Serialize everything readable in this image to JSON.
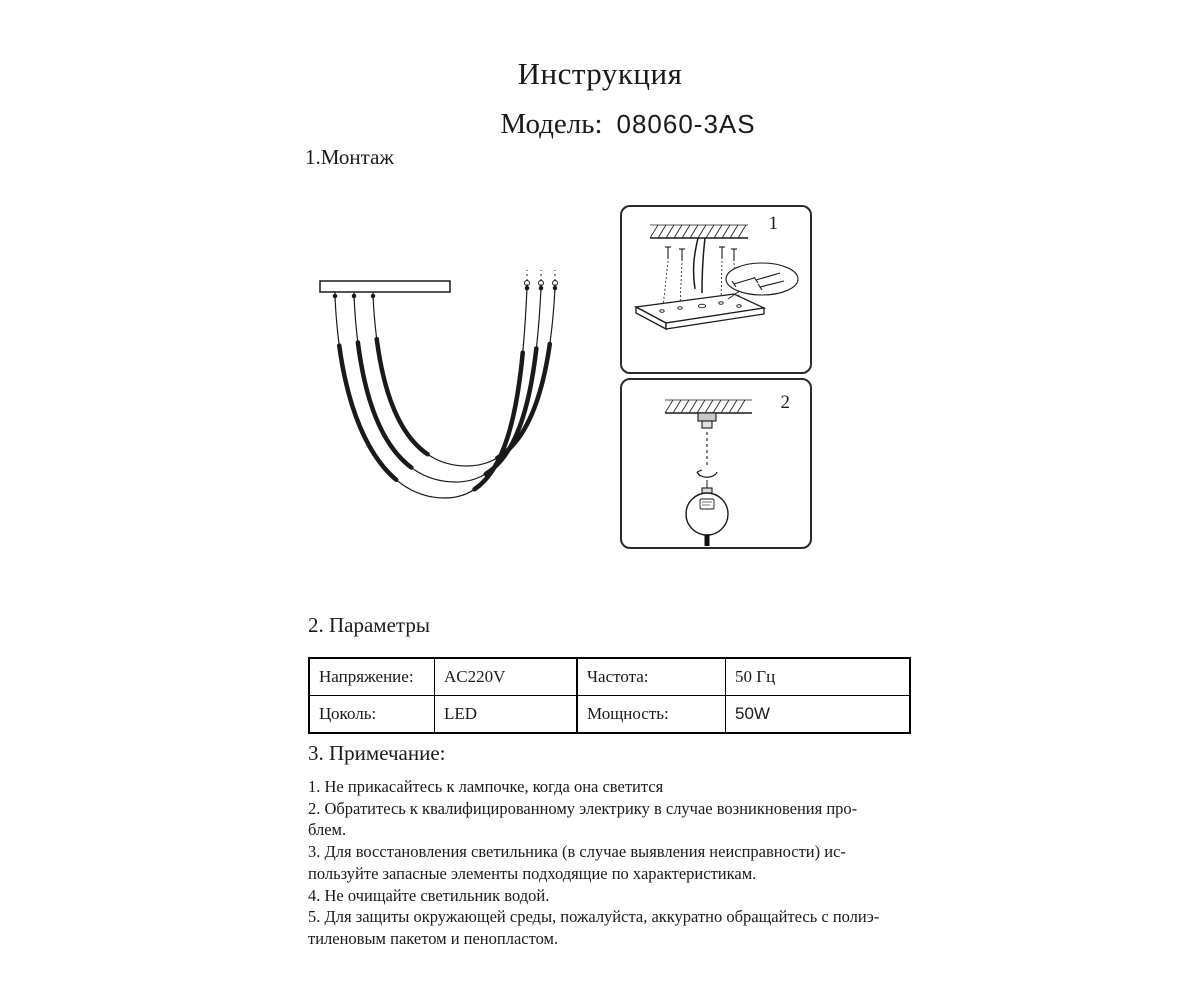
{
  "header": {
    "title": "Инструкция",
    "model_label": "Модель:",
    "model_value": "08060-3AS"
  },
  "sections": {
    "montage_heading": "1.Монтаж",
    "parameters_heading": "2. Параметры",
    "notes_heading": "3. Примечание:"
  },
  "figures": {
    "fig1_number": "1",
    "fig2_number": "2"
  },
  "parameters_table": {
    "rows": [
      [
        "Напряжение:",
        "AC220V",
        "Частота:",
        "50 Гц"
      ],
      [
        "Цоколь:",
        "LED",
        "Мощность:",
        "50W"
      ]
    ]
  },
  "notes": {
    "lines": [
      "1. Не прикасайтесь к лампочке, когда она светится",
      "2. Обратитесь к квалифицированному электрику в случае возникновения про-",
      "блем.",
      "3. Для восстановления светильника (в случае  выявления неисправности) ис-",
      "пользуйте запасные элементы подходящие по характеристикам.",
      "4. Не очищайте  светильник водой.",
      "5. Для защиты окружающей среды, пожалуйста, аккуратно обращайтесь с полиэ-",
      "тиленовым пакетом и пенопластом."
    ]
  }
}
